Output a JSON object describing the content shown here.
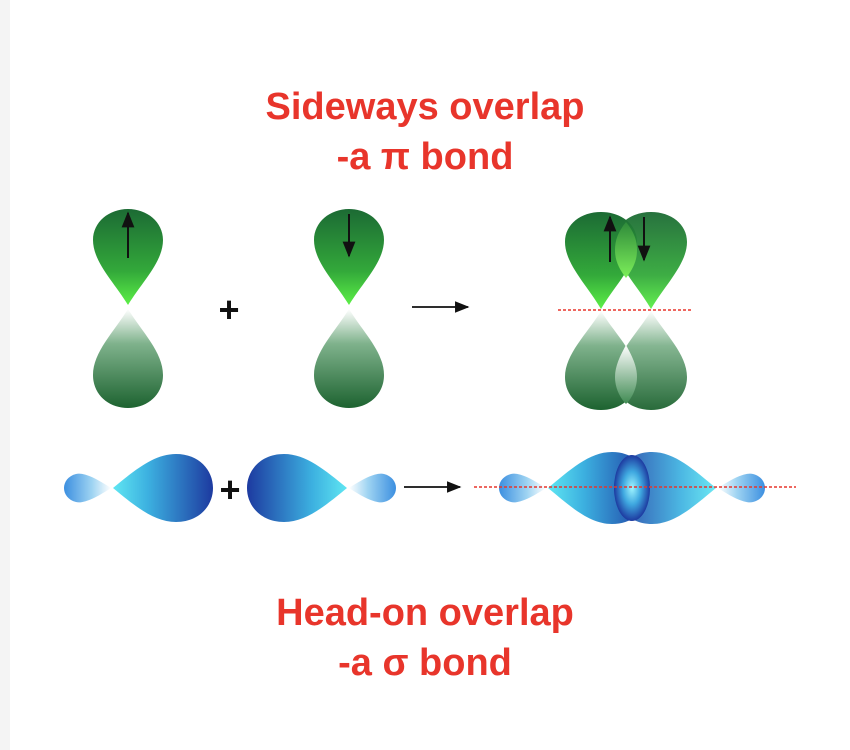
{
  "colors": {
    "title": "#e8352b",
    "pi_orbital_dark": "#1d6b34",
    "pi_orbital_light": "#53e84a",
    "sigma_orbital_dark": "#1f3fa6",
    "sigma_orbital_light": "#54dcf0",
    "bond_axis": "#e8352b"
  },
  "pi_section": {
    "title_line1": "Sideways overlap",
    "title_line2": "-a π bond",
    "plus_symbol": "+",
    "spin_left": "up",
    "spin_right": "down"
  },
  "sigma_section": {
    "title_line1": "Head-on overlap",
    "title_line2": "-a σ bond",
    "plus_symbol": "+"
  },
  "icons": [
    "spin-up-arrow-icon",
    "spin-down-arrow-icon",
    "reaction-arrow-icon",
    "plus-icon"
  ]
}
